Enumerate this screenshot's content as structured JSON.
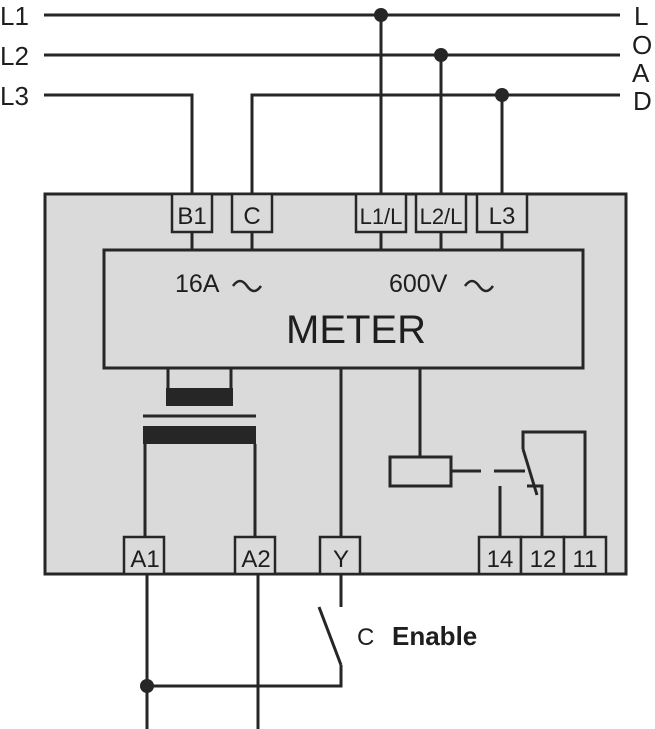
{
  "lines": {
    "left": [
      "L1",
      "L2",
      "L3"
    ],
    "right": [
      "L",
      "O",
      "A",
      "D"
    ]
  },
  "device": {
    "top_terminals": [
      "B1",
      "C",
      "L1/L",
      "L2/L",
      "L3"
    ],
    "meter": {
      "title": "METER",
      "current_rating": "16A",
      "voltage_rating": "600V",
      "ac_symbol": "~"
    },
    "bottom_terminals": [
      "A1",
      "A2",
      "Y",
      "14",
      "12",
      "11"
    ]
  },
  "enable": {
    "contact_label": "C",
    "label": "Enable"
  },
  "colors": {
    "line": "#262626",
    "housing": "#dadada",
    "background": "#ffffff"
  }
}
